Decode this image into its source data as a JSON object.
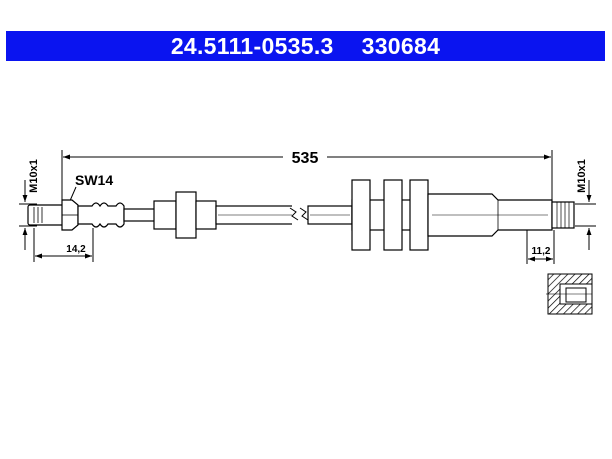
{
  "header": {
    "part_number": "24.5111-0535.3",
    "ref_number": "330684",
    "background_color": "#0a14f0",
    "text_color": "#ffffff"
  },
  "drawing": {
    "overall_length": "535",
    "left_thread": "M10x1",
    "right_thread": "M10x1",
    "wrench_size": "SW14",
    "left_fitting_length": "14,2",
    "right_fitting_length": "11,2"
  }
}
